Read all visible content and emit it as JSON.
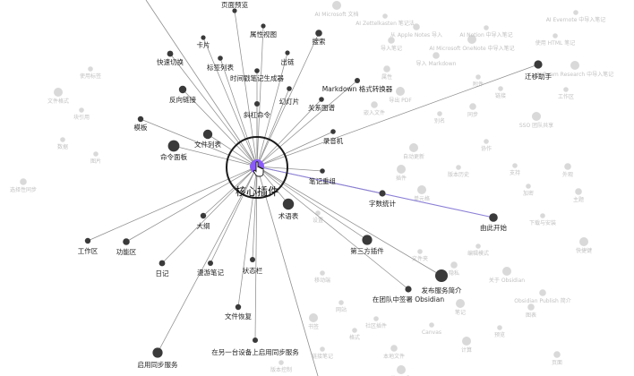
{
  "graph": {
    "colors": {
      "background": "#ffffff",
      "edge": "#8f8f8f",
      "highlight_edge": "#8b7fd6",
      "node": "#3a3a3a",
      "faded_node": "#d9d9d9",
      "faded_text": "#c4c4c4",
      "accent": "#8a5cf6",
      "text": "#222222"
    },
    "center": {
      "label": "核心插件"
    },
    "connected": [
      {
        "label": "页面预览"
      },
      {
        "label": "卡片"
      },
      {
        "label": "属性视图"
      },
      {
        "label": "搜索"
      },
      {
        "label": "快速切换"
      },
      {
        "label": "标签列表"
      },
      {
        "label": "出链"
      },
      {
        "label": "迁移助手"
      },
      {
        "label": "时间戳笔记生成器"
      },
      {
        "label": "Markdown 格式转换器"
      },
      {
        "label": "反向链接"
      },
      {
        "label": "幻灯片"
      },
      {
        "label": "关系图谱"
      },
      {
        "label": "斜杠命令"
      },
      {
        "label": "模板"
      },
      {
        "label": "文件列表"
      },
      {
        "label": "录音机"
      },
      {
        "label": "命令面板"
      },
      {
        "label": "笔记重组"
      },
      {
        "label": "字数统计"
      },
      {
        "label": "术语表"
      },
      {
        "label": "由此开始"
      },
      {
        "label": "大纲"
      },
      {
        "label": "工作区"
      },
      {
        "label": "功能区"
      },
      {
        "label": "第三方插件"
      },
      {
        "label": "日记"
      },
      {
        "label": "漫游笔记"
      },
      {
        "label": "状态栏"
      },
      {
        "label": "发布服务简介"
      },
      {
        "label": "在团队中签署 Obsidian"
      },
      {
        "label": "文件恢复"
      },
      {
        "label": "在另一台设备上启用同步服务"
      },
      {
        "label": "启用同步服务"
      }
    ],
    "faded_labels": [
      "AI Microsoft 文档",
      "AI Zettelkasten 笔记法",
      "AI Evernote 中导入笔记",
      "从 Apple Notes 导入",
      "AI Microsoft OneNote 中导入笔记",
      "使用 HTML 笔记",
      "导入笔记",
      "AI Notion 中导入笔记",
      "AI Roam Research 中导入笔记",
      "导入 Markdown",
      "工作区",
      "使用标签",
      "文件格式",
      "块引用",
      "附件",
      "属性",
      "导出 PDF",
      "链接",
      "嵌入文件",
      "别名",
      "SSO 团队共享",
      "同步",
      "数据",
      "图片",
      "自动更新",
      "协作",
      "支持",
      "外观",
      "插件",
      "版本历史",
      "选择性同步",
      "加密",
      "单元格",
      "主题",
      "设置",
      "下载与安装",
      "快捷键",
      "编辑模式",
      "文件夹",
      "隐私",
      "关于 Obsidian",
      "移动端",
      "Obsidian Publish 简介",
      "网站",
      "笔记",
      "图表",
      "社区插件",
      "Canvas",
      "书签",
      "预览",
      "格式",
      "本地文件",
      "计算",
      "链接笔记",
      "页面",
      "版本控制",
      "常见问题"
    ]
  }
}
